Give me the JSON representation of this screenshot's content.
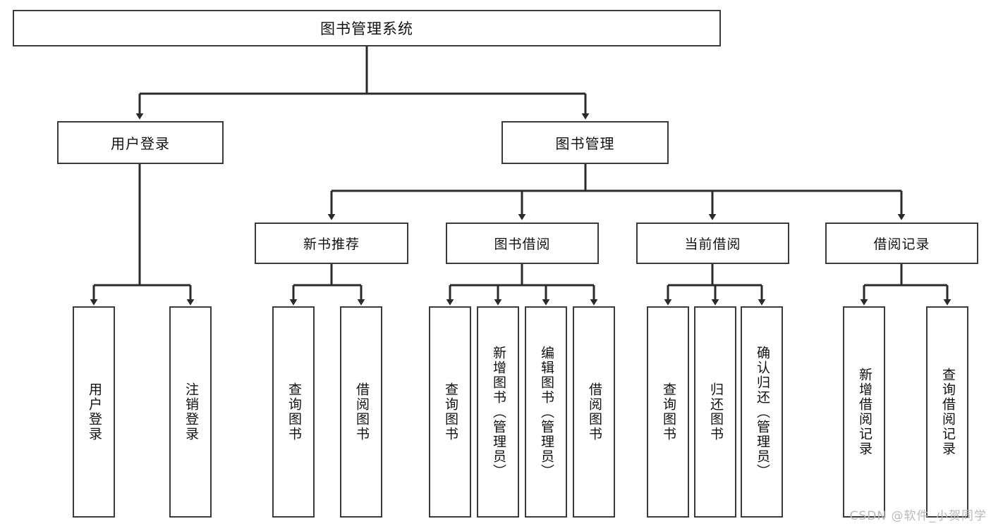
{
  "diagram": {
    "title": "图书管理系统",
    "type": "tree",
    "watermark": "CSDN @软件_小贺同学",
    "colors": {
      "box_border": "#3b3b3b",
      "box_fill": "#ffffff",
      "connector": "#2b2b2b",
      "text": "#111111",
      "watermark": "#b9b9b9"
    },
    "root": {
      "label": "图书管理系统"
    },
    "level2": [
      {
        "label": "用户登录"
      },
      {
        "label": "图书管理"
      }
    ],
    "level3": [
      {
        "label": "新书推荐"
      },
      {
        "label": "图书借阅"
      },
      {
        "label": "当前借阅"
      },
      {
        "label": "借阅记录"
      }
    ],
    "groups": [
      {
        "parent": "用户登录",
        "leaves": [
          {
            "label": "用户登录"
          },
          {
            "label": "注销登录"
          }
        ]
      },
      {
        "parent": "新书推荐",
        "leaves": [
          {
            "label": "查询图书"
          },
          {
            "label": "借阅图书"
          }
        ]
      },
      {
        "parent": "图书借阅",
        "leaves": [
          {
            "label": "查询图书"
          },
          {
            "label": "新增图书（管理员）"
          },
          {
            "label": "编辑图书（管理员）"
          },
          {
            "label": "借阅图书"
          }
        ]
      },
      {
        "parent": "当前借阅",
        "leaves": [
          {
            "label": "查询图书"
          },
          {
            "label": "归还图书"
          },
          {
            "label": "确认归还（管理员）"
          }
        ]
      },
      {
        "parent": "借阅记录",
        "leaves": [
          {
            "label": "新增借阅记录"
          },
          {
            "label": "查询借阅记录"
          }
        ]
      }
    ]
  }
}
